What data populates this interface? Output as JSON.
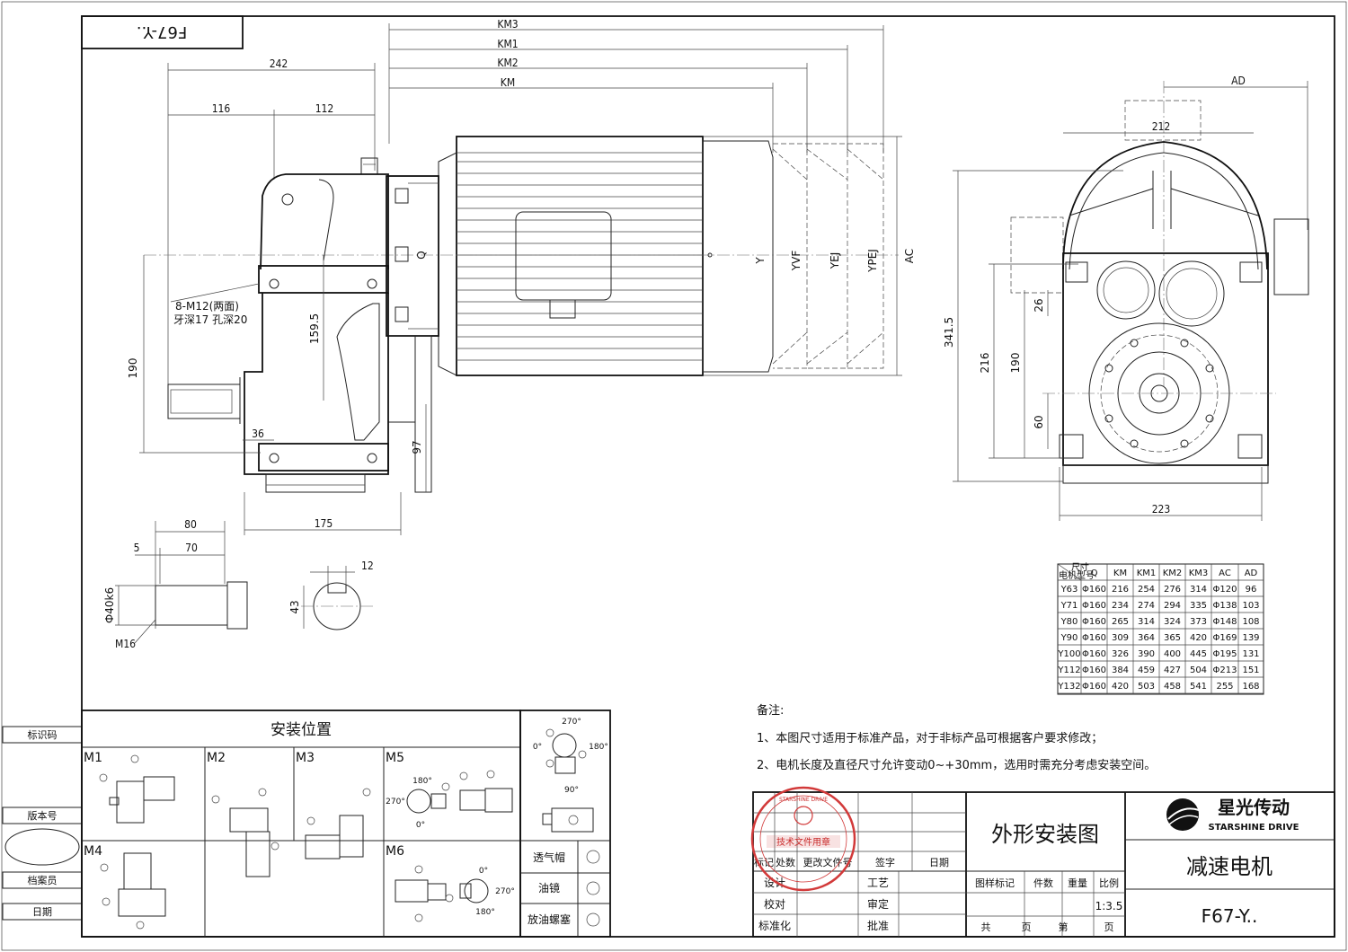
{
  "drawing": {
    "model_code_top": "F67-Y..",
    "dims_side": {
      "d242": "242",
      "d116": "116",
      "d112": "112",
      "d190": "190",
      "d159": "159.5",
      "d36": "36",
      "d97": "97",
      "d175": "175",
      "d80": "80",
      "d5": "5",
      "d70": "70",
      "d40k6": "Ф40k6",
      "m16": "M16",
      "d43": "43",
      "d12": "12"
    },
    "motor_labels": {
      "q": "Q",
      "y": "Y",
      "yvf": "YVF",
      "yej": "YEJ",
      "ypej": "YPEJ",
      "ac": "AC"
    },
    "km_labels": {
      "km3": "KM3",
      "km1": "KM1",
      "km2": "KM2",
      "km": "KM"
    },
    "bolt_note_1": "8-M12(两面)",
    "bolt_note_2": "牙深17 孔深20",
    "dims_front": {
      "ad": "AD",
      "d212": "212",
      "d341": "341.5",
      "d216": "216",
      "d190": "190",
      "d26": "26",
      "d60": "60",
      "d223": "223"
    }
  },
  "dim_table": {
    "corner_top": "尺寸",
    "corner_bottom": "电机型号",
    "headers": [
      "Q",
      "KM",
      "KM1",
      "KM2",
      "KM3",
      "AC",
      "AD"
    ],
    "rows": [
      [
        "Y63",
        "Φ160",
        "216",
        "254",
        "276",
        "314",
        "Φ120",
        "96"
      ],
      [
        "Y71",
        "Φ160",
        "234",
        "274",
        "294",
        "335",
        "Φ138",
        "103"
      ],
      [
        "Y80",
        "Φ160",
        "265",
        "314",
        "324",
        "373",
        "Φ148",
        "108"
      ],
      [
        "Y90",
        "Φ160",
        "309",
        "364",
        "365",
        "420",
        "Φ169",
        "139"
      ],
      [
        "Y100",
        "Φ160",
        "326",
        "390",
        "400",
        "445",
        "Φ195",
        "131"
      ],
      [
        "Y112",
        "Φ160",
        "384",
        "459",
        "427",
        "504",
        "Φ213",
        "151"
      ],
      [
        "Y132",
        "Φ160",
        "420",
        "503",
        "458",
        "541",
        "255",
        "168"
      ]
    ]
  },
  "notes": {
    "title": "备注:",
    "line1": "1、本图尺寸适用于标准产品，对于非标产品可根据客户要求修改；",
    "line2": "2、电机长度及直径尺寸允许变动0~+30mm，选用时需充分考虑安装空间。"
  },
  "side_labels": {
    "id_code": "标识码",
    "version": "版本号",
    "archivist": "档案员",
    "date": "日期"
  },
  "mounting": {
    "title": "安装位置",
    "positions": [
      "M1",
      "M2",
      "M3",
      "M5",
      "M4",
      "M6"
    ],
    "angles": {
      "a270": "270°",
      "a0": "0°",
      "a180": "180°",
      "a90": "90°"
    },
    "accessories": [
      "透气帽",
      "油镜",
      "放油螺塞"
    ]
  },
  "stamp": {
    "text": "技术文件用章",
    "ring": "STARSHINE DRIVE"
  },
  "title_block": {
    "revision_header": [
      "标记",
      "处数",
      "更改文件号",
      "签字",
      "日期"
    ],
    "roles": {
      "design": "设计",
      "process": "工艺",
      "check": "校对",
      "review": "审定",
      "standard": "标准化",
      "approve": "批准"
    },
    "drawing_name": "外形安装图",
    "company_cn": "星光传动",
    "company_en": "STARSHINE DRIVE",
    "product_name": "减速电机",
    "model": "F67-Y..",
    "meta_header": [
      "图样标记",
      "件数",
      "重量",
      "比例"
    ],
    "scale": "1:3.5",
    "pages": [
      "共",
      "页",
      "第",
      "页"
    ]
  }
}
